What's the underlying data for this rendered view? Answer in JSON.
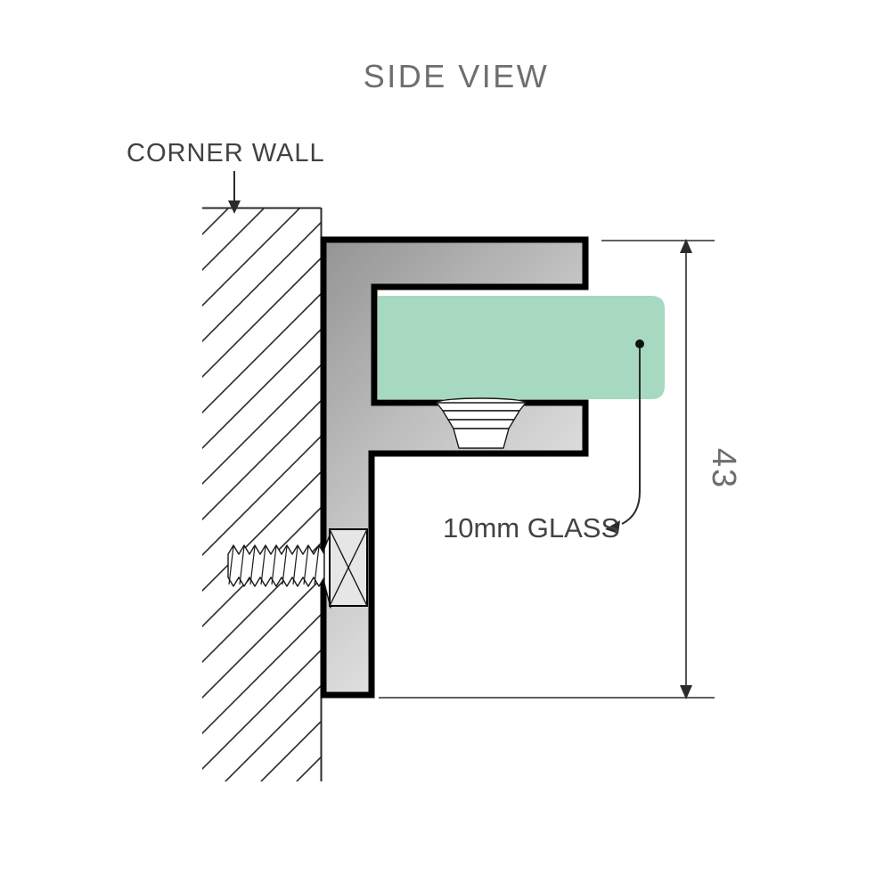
{
  "diagram": {
    "title": "SIDE VIEW",
    "labels": {
      "corner_wall": "CORNER WALL",
      "glass": "10mm GLASS",
      "dimension": "43"
    },
    "colors": {
      "text_gray": "#6d6e71",
      "label_dark": "#414244",
      "line": "#2b2b2b",
      "outline": "#000000",
      "glass_green": "#a6d9bf",
      "metal_dark": "#949494",
      "metal_mid": "#c2c2c2",
      "metal_light": "#e3e3e3"
    }
  }
}
